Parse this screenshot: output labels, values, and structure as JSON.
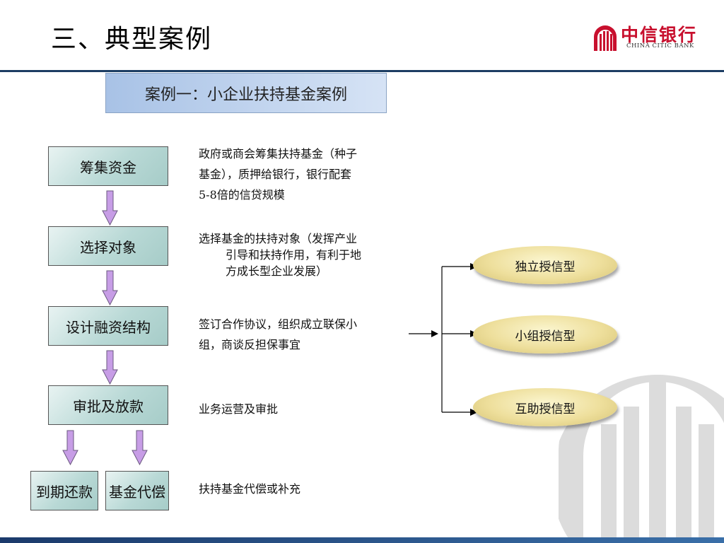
{
  "slide": {
    "title": "三、典型案例",
    "case_title": "案例一：小企业扶持基金案例"
  },
  "logo": {
    "name_cn": "中信银行",
    "name_en": "CHINA CITIC BANK"
  },
  "steps": [
    {
      "label": "筹集资金"
    },
    {
      "label": "选择对象"
    },
    {
      "label": "设计融资结构"
    },
    {
      "label": "审批及放款"
    }
  ],
  "final_steps": [
    {
      "label": "到期还款"
    },
    {
      "label": "基金代偿"
    }
  ],
  "descriptions": {
    "d1_line1": "政府或商会筹集扶持基金（种子",
    "d1_line2": "基金），质押给银行，银行配套",
    "d1_line3": "5-8倍的信贷规模",
    "d2_line1": "选择基金的扶持对象（发挥产业",
    "d2_line2": "引导和扶持作用，有利于地",
    "d2_line3": "方成长型企业发展）",
    "d3_line1": "签订合作协议，组织成立联保小",
    "d3_line2": "组，商谈反担保事宜",
    "d4": "业务运营及审批",
    "d5": "扶持基金代偿或补充"
  },
  "credit_types": [
    {
      "label": "独立授信型"
    },
    {
      "label": "小组授信型"
    },
    {
      "label": "互助授信型"
    }
  ],
  "colors": {
    "header_line": "#1c3d63",
    "flow_arrow": "#c79de6",
    "step_box": "#b9d9d6",
    "oval": "#eedf9c",
    "logo_red": "#c8102e"
  }
}
